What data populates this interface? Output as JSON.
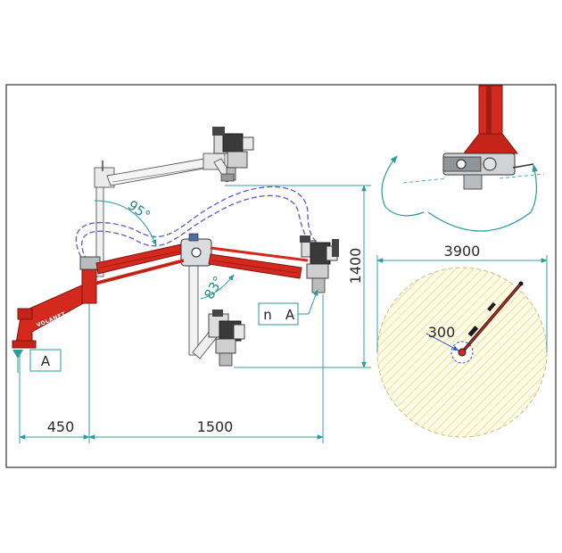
{
  "dimensions": {
    "reach_width": "3900",
    "height": "1400",
    "base_offset": "450",
    "arm_length": "1500",
    "inner_radius": "300"
  },
  "angles": {
    "upper": "95°",
    "lower": "83°"
  },
  "markers": {
    "base_label": "A",
    "detail_prefix": "n",
    "detail_label": "A"
  },
  "logo": "VOLANET",
  "colors": {
    "arm_red": "#d42a1e",
    "arm_dark_red": "#9a1410",
    "dimension_teal": "#2a9a9a",
    "hatch_yellow": "#f2e49a",
    "hose_blue": "#5a5ad0"
  }
}
